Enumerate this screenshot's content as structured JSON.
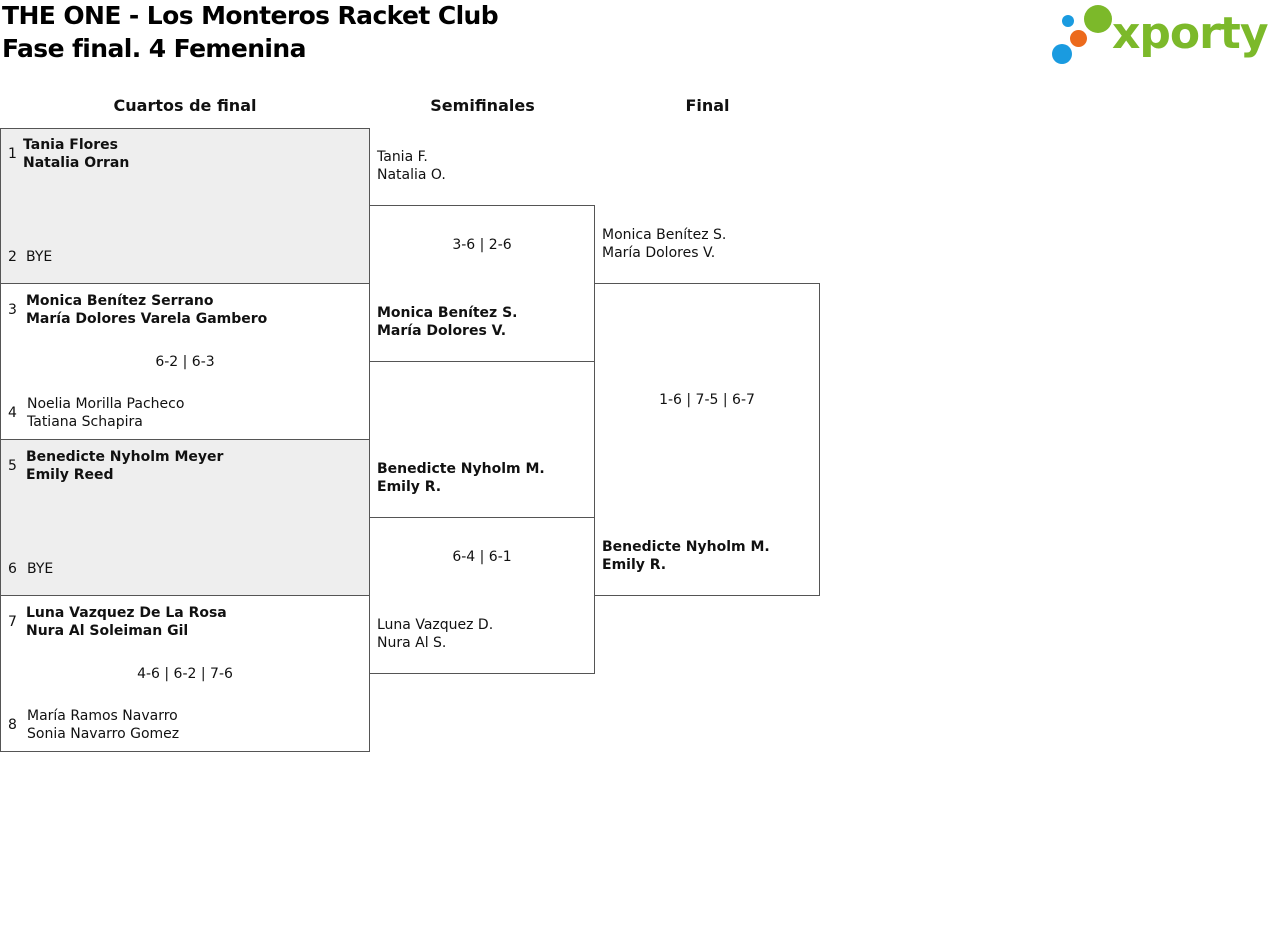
{
  "header": {
    "title_line1": "THE ONE - Los Monteros Racket Club",
    "title_line2": "Fase final. 4 Femenina"
  },
  "logo": {
    "text": "xporty",
    "colors": {
      "green": "#7cb92a",
      "blue": "#1a9be0",
      "orange": "#ec6a1c"
    }
  },
  "rounds": [
    "Cuartos de final",
    "Semifinales",
    "Final"
  ],
  "quarterfinals": [
    {
      "top": {
        "seed": "1",
        "p1": "Tania Flores",
        "p2": "Natalia Orran"
      },
      "bottom": {
        "seed": "2",
        "p1": "BYE"
      },
      "score": ""
    },
    {
      "top": {
        "seed": "3",
        "p1": "Monica Benítez Serrano",
        "p2": "María Dolores Varela Gambero"
      },
      "bottom": {
        "seed": "4",
        "p1": "Noelia Morilla Pacheco",
        "p2": "Tatiana Schapira"
      },
      "score": "6-2 | 6-3"
    },
    {
      "top": {
        "seed": "5",
        "p1": "Benedicte Nyholm Meyer",
        "p2": "Emily Reed"
      },
      "bottom": {
        "seed": "6",
        "p1": "BYE"
      },
      "score": ""
    },
    {
      "top": {
        "seed": "7",
        "p1": "Luna Vazquez De La Rosa",
        "p2": "Nura Al Soleiman Gil"
      },
      "bottom": {
        "seed": "8",
        "p1": "María Ramos Navarro",
        "p2": "Sonia Navarro Gomez"
      },
      "score": "4-6 | 6-2 | 7-6"
    }
  ],
  "semifinals": [
    {
      "top": {
        "p1": "Tania F.",
        "p2": "Natalia O."
      },
      "bottom": {
        "p1": "Monica Benítez S.",
        "p2": "María Dolores V."
      },
      "score": "3-6 | 2-6"
    },
    {
      "top": {
        "p1": "Benedicte Nyholm M.",
        "p2": "Emily R."
      },
      "bottom": {
        "p1": "Luna Vazquez D.",
        "p2": "Nura Al S."
      },
      "score": "6-4 | 6-1"
    }
  ],
  "final": {
    "top": {
      "p1": "Monica Benítez S.",
      "p2": "María Dolores V."
    },
    "bottom": {
      "p1": "Benedicte Nyholm M.",
      "p2": "Emily R."
    },
    "score": "1-6 | 7-5 | 6-7"
  }
}
